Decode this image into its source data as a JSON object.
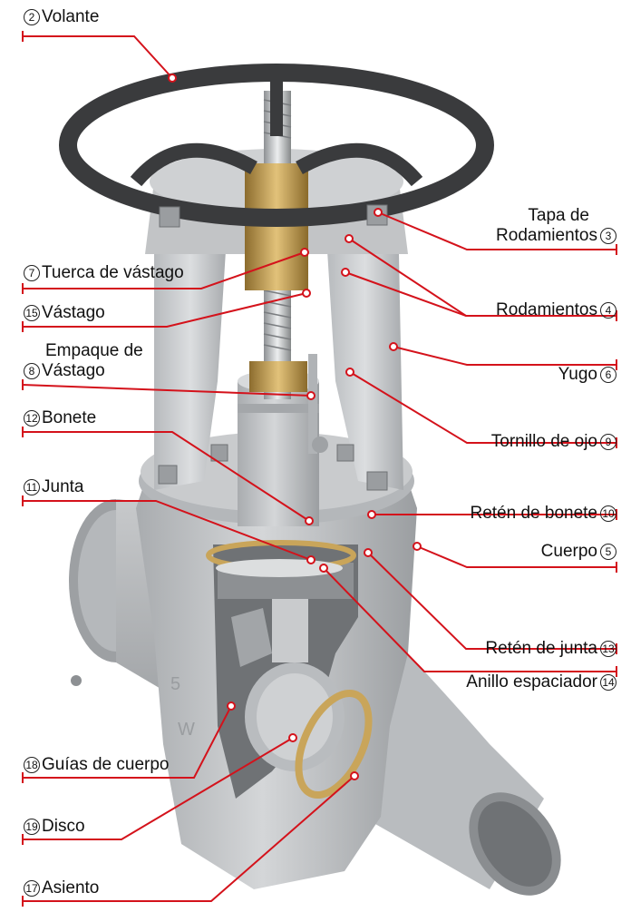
{
  "colors": {
    "leader": "#d4121b",
    "body": "#c3c5c7",
    "shadow": "#8d9093",
    "brass": "#c9a55a",
    "wheel": "#3a3b3d"
  },
  "labels": {
    "volante": {
      "num": "2",
      "text": "Volante"
    },
    "tapa": {
      "num": "3",
      "line1": "Tapa de",
      "line2": "Rodamientos"
    },
    "tuerca": {
      "num": "7",
      "text": "Tuerca de vástago"
    },
    "rodamientos": {
      "num": "4",
      "text": "Rodamientos"
    },
    "vastago": {
      "num": "15",
      "text": "Vástago"
    },
    "empaque": {
      "num": "8",
      "line1": "Empaque de",
      "line2": "Vástago"
    },
    "yugo": {
      "num": "6",
      "text": "Yugo"
    },
    "bonete": {
      "num": "12",
      "text": "Bonete"
    },
    "tornillo": {
      "num": "9",
      "text": "Tornillo de ojo"
    },
    "junta": {
      "num": "11",
      "text": "Junta"
    },
    "reten_bonete": {
      "num": "10",
      "text": "Retén de bonete"
    },
    "cuerpo": {
      "num": "5",
      "text": "Cuerpo"
    },
    "reten_junta": {
      "num": "13",
      "text": "Retén de junta"
    },
    "anillo": {
      "num": "14",
      "text": "Anillo espaciador"
    },
    "guias": {
      "num": "18",
      "text": "Guías de cuerpo"
    },
    "disco": {
      "num": "19",
      "text": "Disco"
    },
    "asiento": {
      "num": "17",
      "text": "Asiento"
    }
  }
}
